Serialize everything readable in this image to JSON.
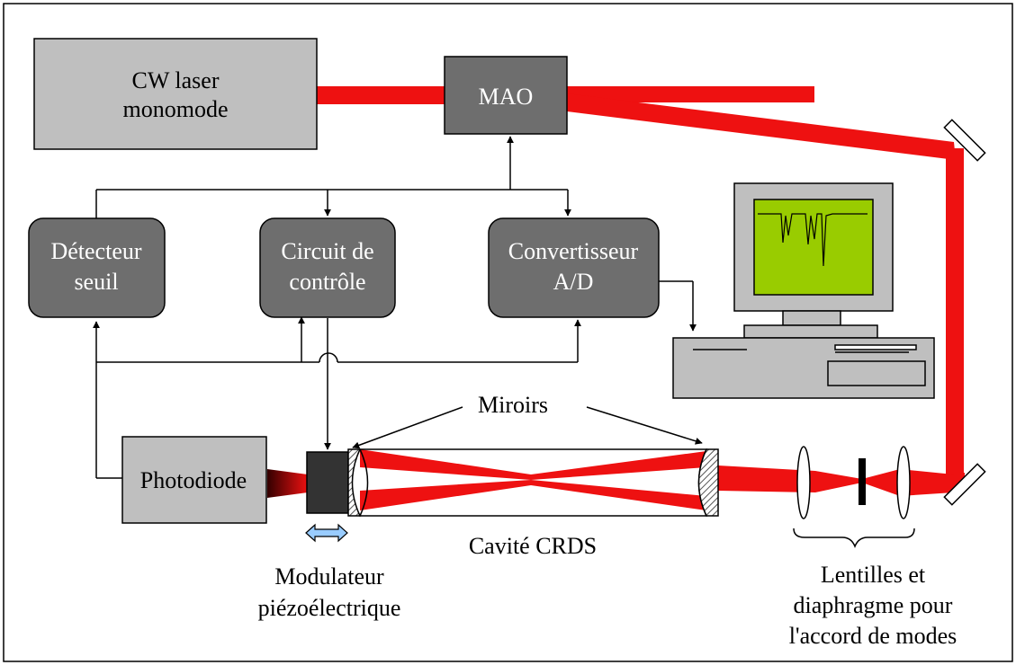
{
  "colors": {
    "beam": "#ee1111",
    "box_light": "#bfbfbf",
    "box_dark": "#6e6e6e",
    "screen": "#99cc00",
    "piezo_block": "#333333",
    "arrow_blue": "#99ccff"
  },
  "components": {
    "laser": [
      "CW laser",
      "monomode"
    ],
    "mao": "MAO",
    "detecteur": [
      "Détecteur",
      "seuil"
    ],
    "circuit": [
      "Circuit de",
      "contrôle"
    ],
    "convertisseur": [
      "Convertisseur",
      "A/D"
    ],
    "photodiode": "Photodiode"
  },
  "labels": {
    "miroirs": "Miroirs",
    "cavite": "Cavité CRDS",
    "modulateur": [
      "Modulateur",
      "piézoélectrique"
    ],
    "lentilles": [
      "Lentilles et",
      "diaphragme pour",
      "l'accord de modes"
    ]
  },
  "icons": {
    "computer": "computer-icon",
    "mirror": "mirror-icon",
    "lens": "lens-icon",
    "diaphragm": "diaphragm-icon",
    "double_arrow": "double-arrow-icon"
  }
}
